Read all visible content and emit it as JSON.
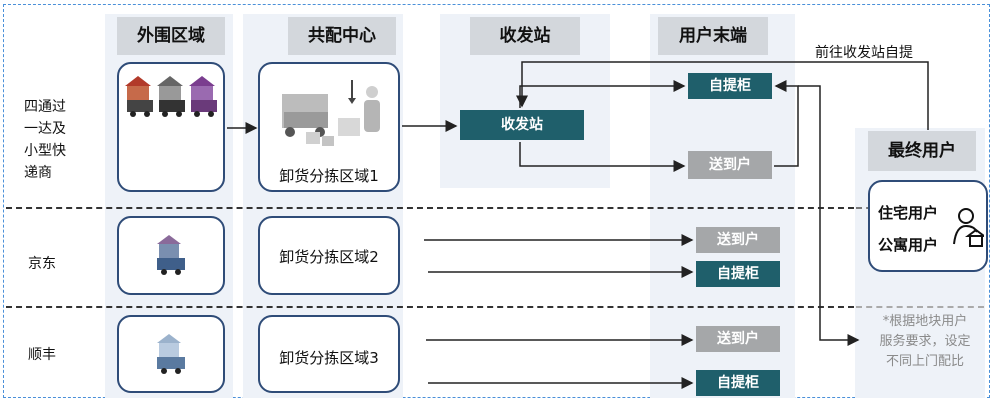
{
  "columns": {
    "outer": "外围区域",
    "shared": "共配中心",
    "station": "收发站",
    "user_end": "用户末端",
    "final_user": "最终用户"
  },
  "rows": [
    {
      "label": "四通过\n一达及\n小型快\n递商",
      "area": "卸货分拣区域1"
    },
    {
      "label": "京东",
      "area": "卸货分拣区域2"
    },
    {
      "label": "顺丰",
      "area": "卸货分拣区域3"
    }
  ],
  "station_box": "收发站",
  "endpoints": {
    "locker": "自提柜",
    "delivery": "送到户"
  },
  "arrow_label_pickup": "前往收发站自提",
  "final_user": {
    "residential": "住宅用户",
    "apartment": "公寓用户"
  },
  "note": "*根据地块用户\n服务要求，设定\n不同上门配比",
  "colors": {
    "teal": "#1f5f6b",
    "gray": "#a5a7a9",
    "navy": "#2f4c78",
    "frame": "#4a90d9"
  }
}
